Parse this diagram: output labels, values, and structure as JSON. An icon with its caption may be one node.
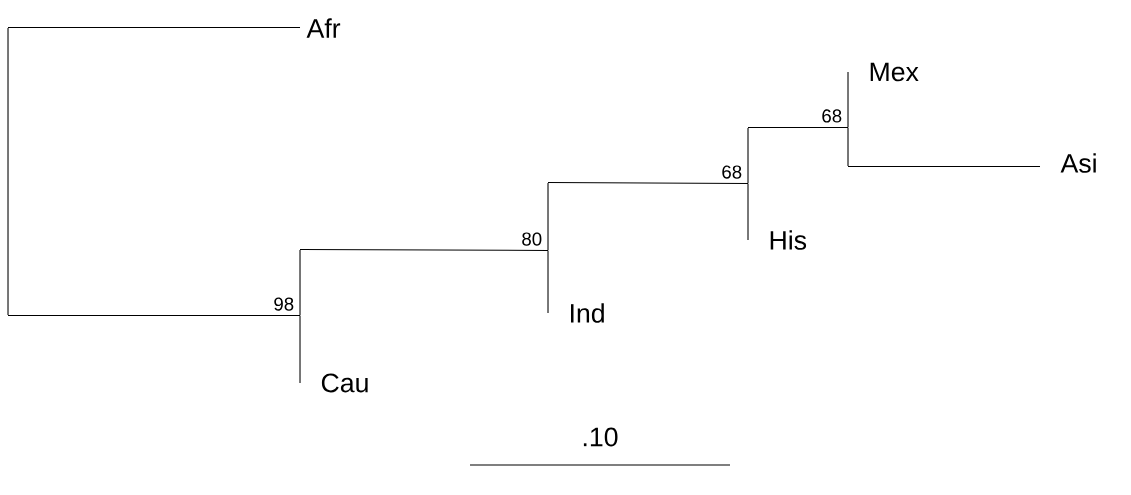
{
  "diagram": {
    "nodes": [
      {
        "text": [],
        "shape": "bar"
      },
      {
        "text": [
          "Afr"
        ]
      },
      {
        "text": [],
        "shape": "bar",
        "beside": [
          "98"
        ]
      },
      {
        "text": [
          "Cau"
        ]
      },
      {
        "text": [],
        "shape": "bar",
        "beside": [
          "80"
        ]
      },
      {
        "text": [
          "Ind"
        ]
      },
      {
        "text": [],
        "shape": "bar",
        "beside": [
          "68"
        ]
      },
      {
        "text": [
          "His"
        ]
      },
      {
        "text": [],
        "shape": "bar",
        "beside": [
          "68"
        ]
      },
      {
        "text": [
          "Mex"
        ]
      },
      {
        "text": [
          "Asi"
        ]
      }
    ],
    "edges": [
      {
        "from": 0,
        "to": 1,
        "arrow": "none"
      },
      {
        "from": 0,
        "to": 2,
        "arrow": "none"
      },
      {
        "from": 2,
        "to": 3,
        "arrow": "none"
      },
      {
        "from": 2,
        "to": 4,
        "arrow": "none"
      },
      {
        "from": 4,
        "to": 5,
        "arrow": "none"
      },
      {
        "from": 4,
        "to": 6,
        "arrow": "none"
      },
      {
        "from": 6,
        "to": 7,
        "arrow": "none"
      },
      {
        "from": 6,
        "to": 8,
        "arrow": "none"
      },
      {
        "from": 8,
        "to": 9,
        "arrow": "none"
      },
      {
        "from": 8,
        "to": 10,
        "arrow": "none"
      }
    ],
    "labels": [
      ".10"
    ]
  }
}
